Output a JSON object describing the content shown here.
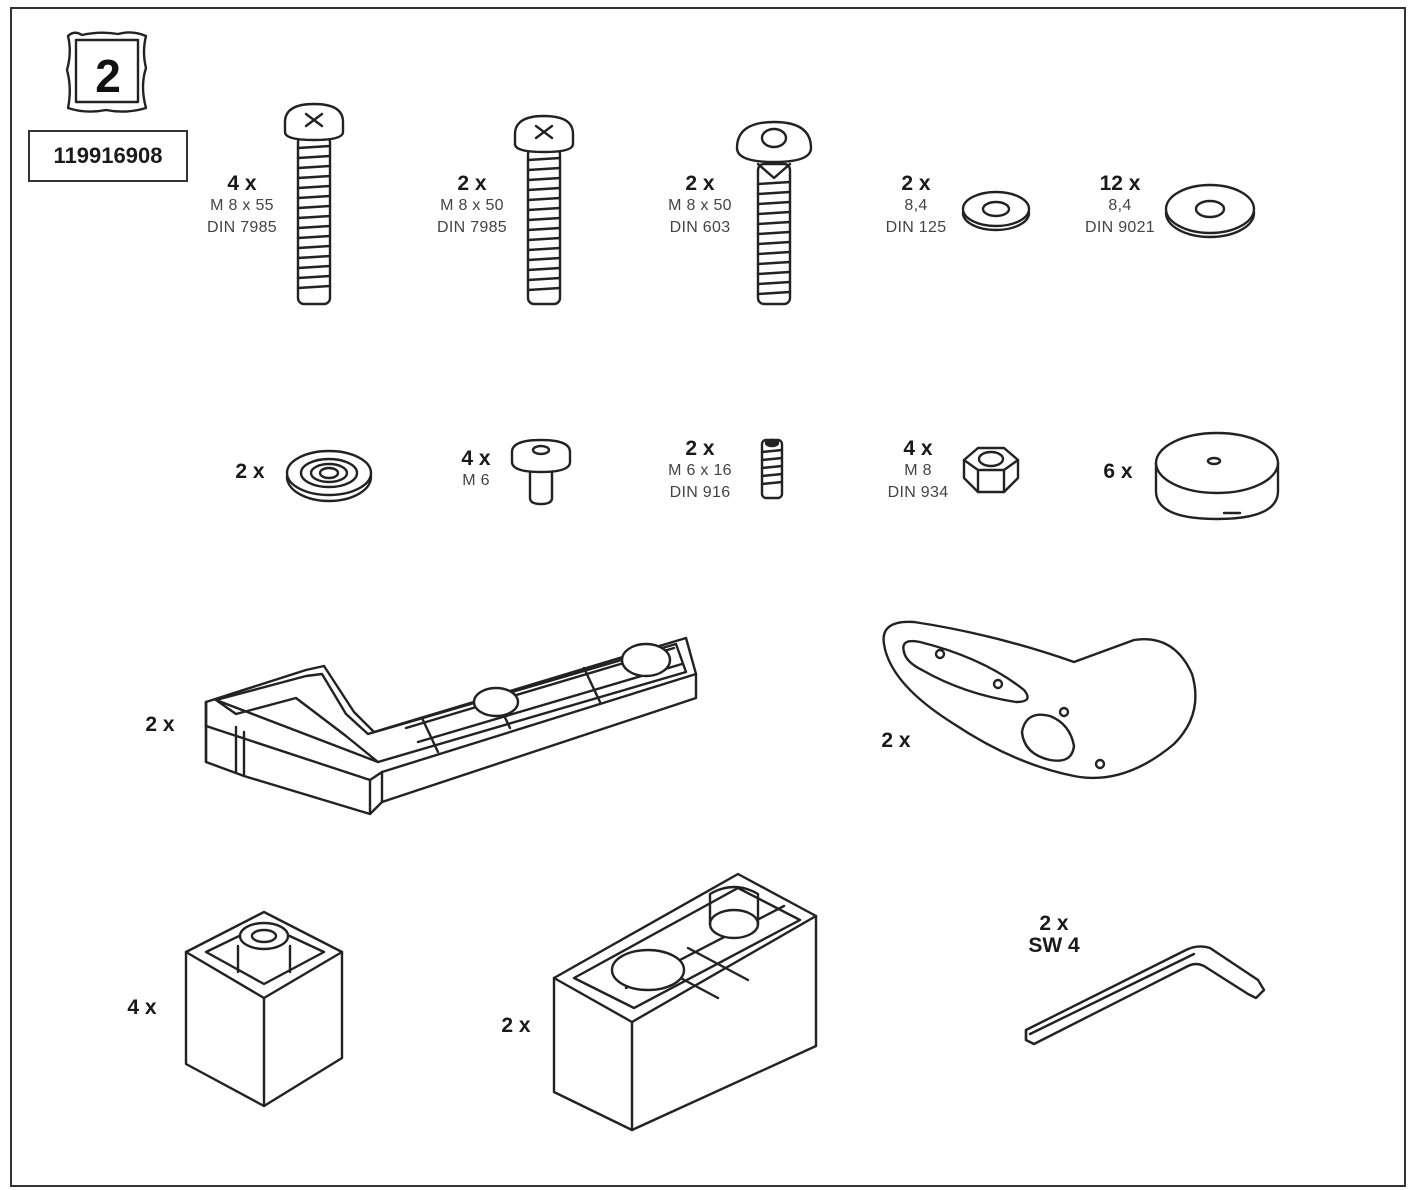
{
  "package": {
    "bag_number": "2",
    "article_number": "119916908"
  },
  "parts": [
    {
      "qty": "4 x",
      "spec1": "M 8 x 55",
      "spec2": "DIN 7985",
      "icon": "pan-head-screw-icon"
    },
    {
      "qty": "2 x",
      "spec1": "M 8 x 50",
      "spec2": "DIN 7985",
      "icon": "pan-head-screw-icon"
    },
    {
      "qty": "2 x",
      "spec1": "M 8 x 50",
      "spec2": "DIN 603",
      "icon": "carriage-bolt-icon"
    },
    {
      "qty": "2 x",
      "spec1": "8,4",
      "spec2": "DIN 125",
      "icon": "washer-icon"
    },
    {
      "qty": "12 x",
      "spec1": "8,4",
      "spec2": "DIN 9021",
      "icon": "large-washer-icon"
    },
    {
      "qty": "2 x",
      "spec1": "",
      "spec2": "",
      "icon": "cup-washer-icon"
    },
    {
      "qty": "4 x",
      "spec1": "M 6",
      "spec2": "",
      "icon": "socket-cap-screw-icon"
    },
    {
      "qty": "2 x",
      "spec1": "M 6 x 16",
      "spec2": "DIN 916",
      "icon": "set-screw-icon"
    },
    {
      "qty": "4 x",
      "spec1": "M 8",
      "spec2": "DIN 934",
      "icon": "hex-nut-icon"
    },
    {
      "qty": "6 x",
      "spec1": "",
      "spec2": "",
      "icon": "foot-pad-icon"
    },
    {
      "qty": "2 x",
      "spec1": "",
      "spec2": "",
      "icon": "long-bracket-icon"
    },
    {
      "qty": "2 x",
      "spec1": "",
      "spec2": "",
      "icon": "curved-clamp-icon"
    },
    {
      "qty": "4 x",
      "spec1": "",
      "spec2": "",
      "icon": "small-block-icon"
    },
    {
      "qty": "2 x",
      "spec1": "",
      "spec2": "",
      "icon": "double-block-icon"
    },
    {
      "qty": "2 x",
      "spec1": "SW 4",
      "spec2": "",
      "icon": "allen-key-icon"
    }
  ]
}
